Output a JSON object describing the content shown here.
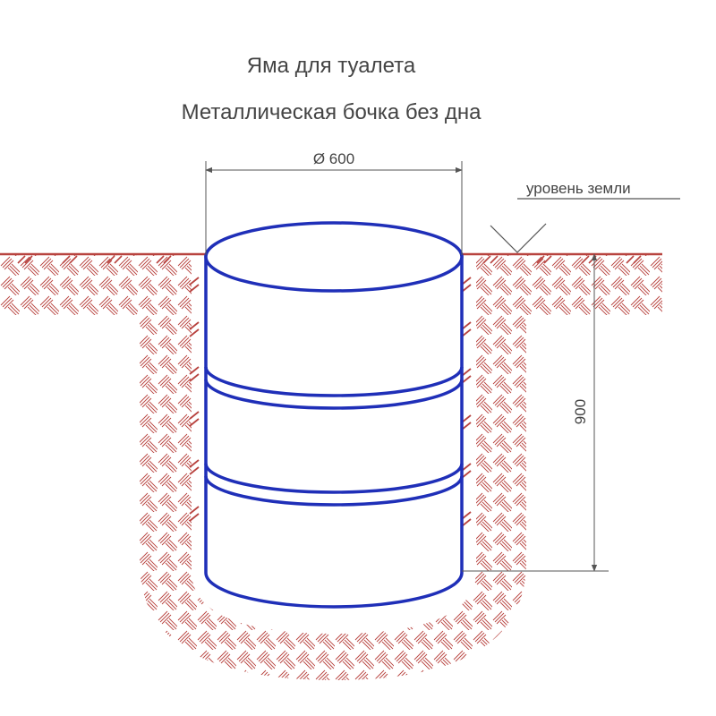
{
  "diagram": {
    "title": "Яма для туалета",
    "subtitle": "Металлическая бочка без дна",
    "diameter_label": "Ø 600",
    "ground_label": "уровень земли",
    "depth_label": "900"
  },
  "colors": {
    "soil_hatch": "#b8433f",
    "barrel_outline": "#1f2fb8",
    "dimension_line": "#555555",
    "text": "#444444",
    "background": "#ffffff"
  }
}
